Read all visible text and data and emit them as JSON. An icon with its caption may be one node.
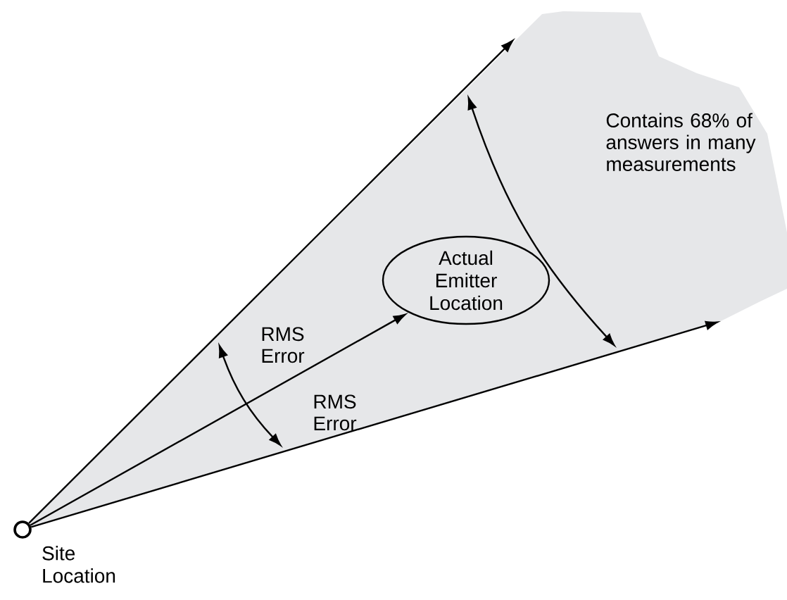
{
  "diagram": {
    "nodes": [
      {
        "text": [],
        "shape": "circle",
        "beside": [
          "Site Location"
        ]
      },
      {
        "text": [
          "Actual Emitter Location"
        ]
      }
    ],
    "edges": [
      {
        "from": 0,
        "to": 1,
        "arrow": "to"
      },
      {
        "from": 0,
        "to": null,
        "arrow": "to"
      },
      {
        "from": 0,
        "to": null,
        "arrow": "to"
      }
    ],
    "labels": [
      "RMS Error",
      "RMS Error",
      "Contains 68% of answers in many measurements"
    ]
  }
}
